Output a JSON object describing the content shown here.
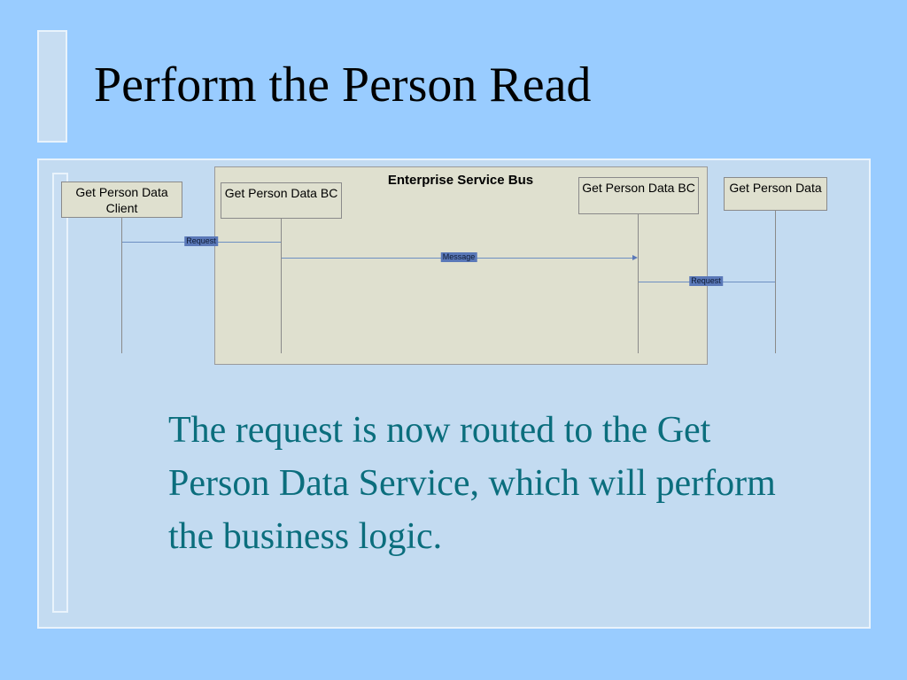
{
  "slide": {
    "title": "Perform the Person Read",
    "caption": "The request is now routed to the Get Person Data Service, which will perform the business logic."
  },
  "diagram": {
    "bus_label": "Enterprise Service Bus",
    "actors": [
      "Get Person Data Client",
      "Get Person Data BC",
      "Get Person Data BC",
      "Get Person Data"
    ],
    "messages": [
      {
        "label": "Request",
        "from": 0,
        "to": 1
      },
      {
        "label": "Message",
        "from": 1,
        "to": 2
      },
      {
        "label": "Request",
        "from": 2,
        "to": 3
      }
    ]
  },
  "colors": {
    "background": "#99ccff",
    "panel": "#c3dbf1",
    "bus_fill": "#dfe0cf",
    "caption_text": "#0b6e7d",
    "message_label": "#5a78b8"
  }
}
